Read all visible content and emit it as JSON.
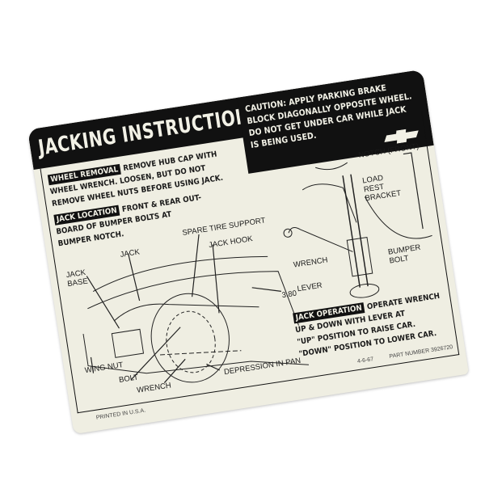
{
  "title": "JACKING INSTRUCTIONS",
  "caution": [
    "CAUTION: APPLY PARKING BRAKE",
    "BLOCK DIAGONALLY OPPOSITE WHEEL.",
    "DO NOT GET UNDER CAR WHILE JACK",
    "IS BEING USED."
  ],
  "logo": "chevrolet-bowtie",
  "wheel_removal": {
    "tag": "WHEEL REMOVAL",
    "lines": [
      "REMOVE HUB CAP WITH",
      "WHEEL WRENCH. LOOSEN, BUT DO NOT",
      "REMOVE WHEEL NUTS BEFORE USING JACK."
    ]
  },
  "jack_location": {
    "tag": "JACK LOCATION",
    "lines": [
      "FRONT & REAR OUT-",
      "BOARD OF BUMPER BOLTS AT",
      "BUMPER NOTCH."
    ]
  },
  "jack_operation": {
    "tag": "JACK OPERATION",
    "lines": [
      "OPERATE WRENCH",
      "UP & DOWN WITH LEVER AT",
      "\"UP\" POSITION TO RAISE CAR.",
      "\"DOWN\" POSITION TO LOWER CAR."
    ]
  },
  "left_diagram_labels": {
    "spare_tire_support": "SPARE TIRE SUPPORT",
    "jack": "JACK",
    "jack_hook": "JACK HOOK",
    "jack_base_1": "JACK",
    "jack_base_2": "BASE",
    "dimension": "3.80",
    "wing_nut": "WING NUT",
    "bolt": "BOLT",
    "wrench": "WRENCH",
    "depression": "DEPRESSION IN PAN"
  },
  "right_diagram_labels": {
    "notch": "NOTCH (FRONT)",
    "load_1": "LOAD",
    "load_2": "REST",
    "load_3": "BRACKET",
    "wrench": "WRENCH",
    "lever": "LEVER",
    "bumper_1": "BUMPER",
    "bumper_2": "BOLT"
  },
  "footer": {
    "date": "4-6-67",
    "part_number": "PART NUMBER 3926720",
    "printed": "PRINTED IN U.S.A."
  }
}
